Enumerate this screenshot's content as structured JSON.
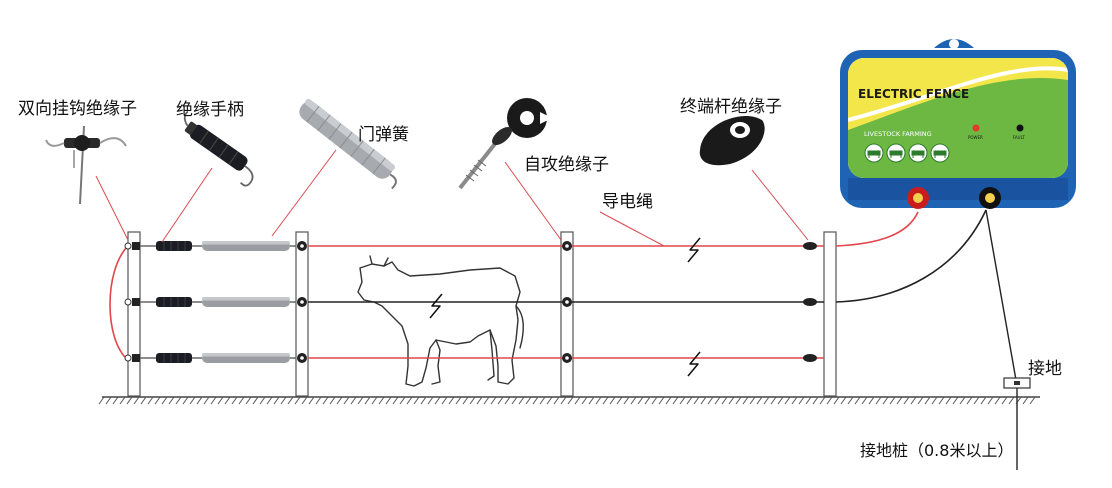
{
  "labels": {
    "bidirectional_hook_insulator": "双向挂钩绝缘子",
    "gate_handle": "绝缘手柄",
    "gate_spring": "门弹簧",
    "self_tapping_insulator": "自攻绝缘子",
    "conductor_wire": "导电绳",
    "end_post_insulator": "终端杆绝缘子",
    "ground": "接地",
    "ground_rod": "接地桩（0.8米以上）"
  },
  "energizer": {
    "title": "ELECTRIC FENCE",
    "subtitle": "LIVESTOCK FARMING",
    "indicator_power": "POWER",
    "indicator_fault": "FAULT"
  },
  "colors": {
    "live_wire": "#e0474c",
    "neutral_wire": "#222222",
    "energizer_blue": "#1f64b4",
    "energizer_green": "#6db843",
    "energizer_yellow": "#f3e64a",
    "spring_grey": "#9a9ea3",
    "handle_black": "#1b1d22"
  },
  "icons": [
    "animal-icon-cow",
    "animal-icon-pig",
    "animal-icon-horse",
    "animal-icon-sheep",
    "lightning-icon",
    "cow-outline-icon"
  ]
}
